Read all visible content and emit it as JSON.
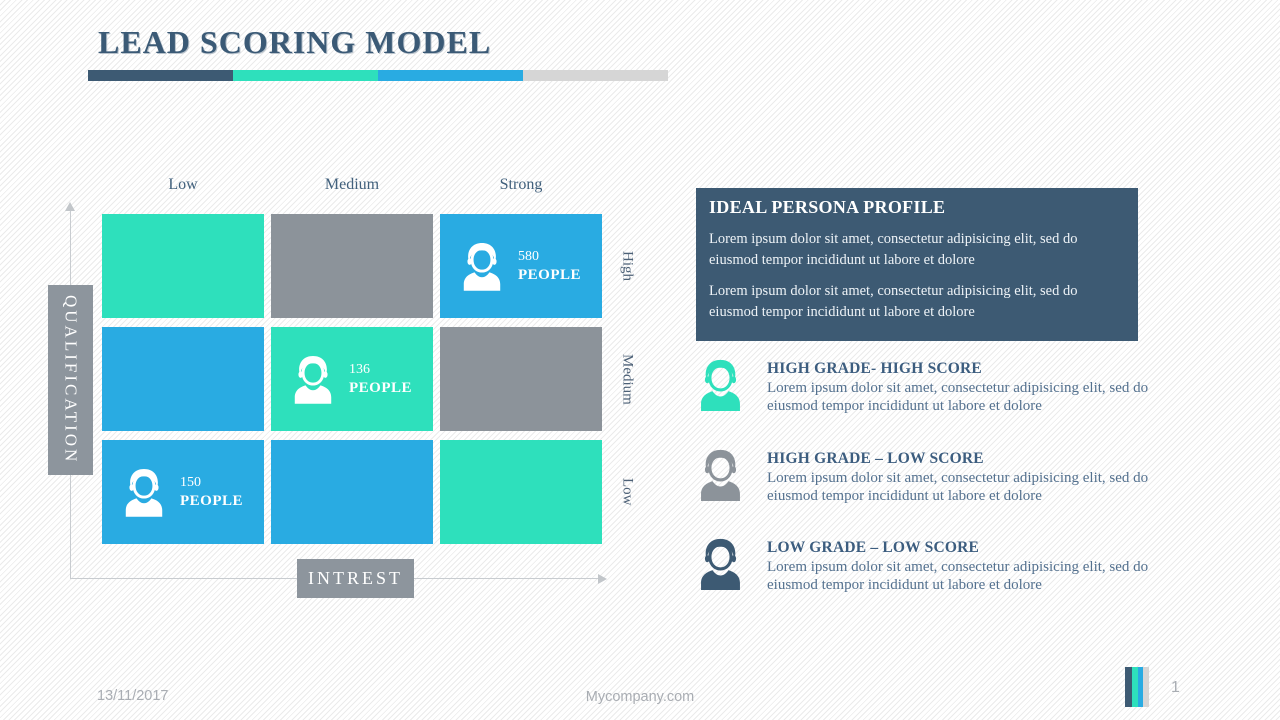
{
  "title": "LEAD SCORING MODEL",
  "colors": {
    "teal": "#2EE0BC",
    "blue": "#29ABE2",
    "gray": "#8C939A",
    "dark": "#3D5A73",
    "light_gray": "#D6D6D6"
  },
  "title_bar_segments": [
    "dark",
    "teal",
    "blue",
    "light_gray"
  ],
  "matrix": {
    "y_axis_label": "QUALIFICATION",
    "x_axis_label": "INTREST",
    "column_headers": [
      "Low",
      "Medium",
      "Strong"
    ],
    "row_headers": [
      "High",
      "Medium",
      "Low"
    ],
    "cells": [
      [
        {
          "color": "teal"
        },
        {
          "color": "gray"
        },
        {
          "color": "blue",
          "count": "580",
          "unit": "PEOPLE"
        }
      ],
      [
        {
          "color": "blue"
        },
        {
          "color": "teal",
          "count": "136",
          "unit": "PEOPLE"
        },
        {
          "color": "gray"
        }
      ],
      [
        {
          "color": "blue",
          "count": "150",
          "unit": "PEOPLE"
        },
        {
          "color": "blue"
        },
        {
          "color": "teal"
        }
      ]
    ]
  },
  "persona_panel": {
    "title": "IDEAL PERSONA PROFILE",
    "paragraphs": [
      "Lorem ipsum dolor sit amet, consectetur adipisicing elit, sed do eiusmod tempor incididunt ut labore et dolore",
      "Lorem ipsum dolor sit amet, consectetur adipisicing elit, sed do eiusmod tempor incididunt ut labore et dolore"
    ]
  },
  "personas": [
    {
      "icon_color": "teal",
      "title": "HIGH GRADE- HIGH SCORE",
      "body": "Lorem ipsum dolor sit amet, consectetur adipisicing elit, sed do eiusmod tempor incididunt ut labore et dolore"
    },
    {
      "icon_color": "gray",
      "title": "HIGH GRADE – LOW SCORE",
      "body": "Lorem ipsum dolor sit amet, consectetur adipisicing elit, sed do eiusmod tempor incididunt ut labore et dolore"
    },
    {
      "icon_color": "dark",
      "title": "LOW GRADE – LOW SCORE",
      "body": "Lorem ipsum dolor sit amet, consectetur adipisicing elit, sed do eiusmod tempor incididunt ut labore et dolore"
    }
  ],
  "footer": {
    "date": "13/11/2017",
    "website": "Mycompany.com",
    "page": "1",
    "logo_bars": [
      "dark",
      "teal",
      "blue",
      "light_gray"
    ]
  }
}
